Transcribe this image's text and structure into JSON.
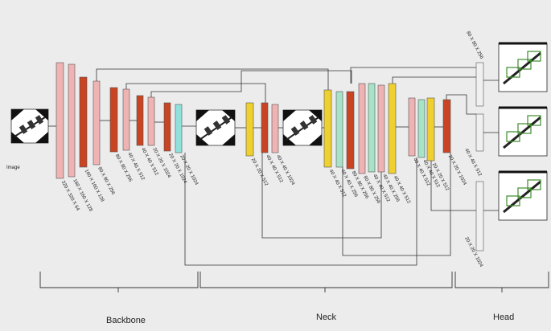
{
  "title": "",
  "input_label": "Image",
  "sections": [
    {
      "id": "backbone",
      "label": "Backbone"
    },
    {
      "id": "neck",
      "label": "Neck"
    },
    {
      "id": "head",
      "label": "Head"
    }
  ],
  "colors": {
    "pink": "#efb3b3",
    "red": "#c94422",
    "yellow": "#efd02e",
    "cyan": "#8fe2dc",
    "mint": "#a7e3c6",
    "white": "#f0f0f0",
    "edge": "#555555",
    "line": "#333333"
  },
  "layers": [
    {
      "id": "b1",
      "color": "pink",
      "label": "320 X 320 X 64"
    },
    {
      "id": "b2",
      "color": "pink",
      "label": "160 X 160 X 128"
    },
    {
      "id": "b3",
      "color": "red",
      "label": "160 X 160 X 128"
    },
    {
      "id": "b4",
      "color": "pink",
      "label": "80 X 80 X 256"
    },
    {
      "id": "b5",
      "color": "red",
      "label": "80 X 80 X 256"
    },
    {
      "id": "b6",
      "color": "pink",
      "label": "40 X 40 X 512"
    },
    {
      "id": "b7",
      "color": "red",
      "label": "40 X 40 X 512"
    },
    {
      "id": "b8",
      "color": "pink",
      "label": "20 X 20 X 1024"
    },
    {
      "id": "b9",
      "color": "red",
      "label": "20 X 20 X 1024"
    },
    {
      "id": "b10",
      "color": "cyan",
      "label": "20 X 20 X 1024"
    },
    {
      "id": "n1",
      "color": "yellow",
      "label": "20 X 20 X 512"
    },
    {
      "id": "n2",
      "color": "red",
      "label": "40 X 40 X 512"
    },
    {
      "id": "n3",
      "color": "pink",
      "label": "40 X 40 X 1024"
    },
    {
      "id": "n4",
      "color": "pink",
      "label": "40 X 40 X 512"
    },
    {
      "id": "n5",
      "color": "yellow",
      "label": "40 X 40 X 256"
    },
    {
      "id": "n6",
      "color": "mint",
      "label": "80 X 80 X 256"
    },
    {
      "id": "n7",
      "color": "red",
      "label": "80 X 80 X 256"
    },
    {
      "id": "n8",
      "color": "pink",
      "label": "40 X 40 X 512"
    },
    {
      "id": "n9",
      "color": "mint",
      "label": "40 X 40 X 256"
    },
    {
      "id": "n10",
      "color": "yellow",
      "label": "40 X 40 X 512"
    },
    {
      "id": "n11",
      "color": "red",
      "label": "40 X 40 X 512"
    },
    {
      "id": "n12",
      "color": "yellow",
      "label": "40 X 40 X 512"
    },
    {
      "id": "n13",
      "color": "pink",
      "label": "20 X 20 X 512"
    },
    {
      "id": "n14",
      "color": "mint",
      "label": "20 X 20 X 1024"
    },
    {
      "id": "n15",
      "color": "yellow",
      "label": "20 X 20 X 1024"
    },
    {
      "id": "n16",
      "color": "red",
      "label": "20 X 20 X 1024"
    }
  ],
  "head_outputs": [
    {
      "id": "h1",
      "label": "80 X 80 X 256"
    },
    {
      "id": "h2",
      "label": "40 X 40 X 512"
    },
    {
      "id": "h3",
      "label": "20 X 20 X 1024"
    }
  ]
}
